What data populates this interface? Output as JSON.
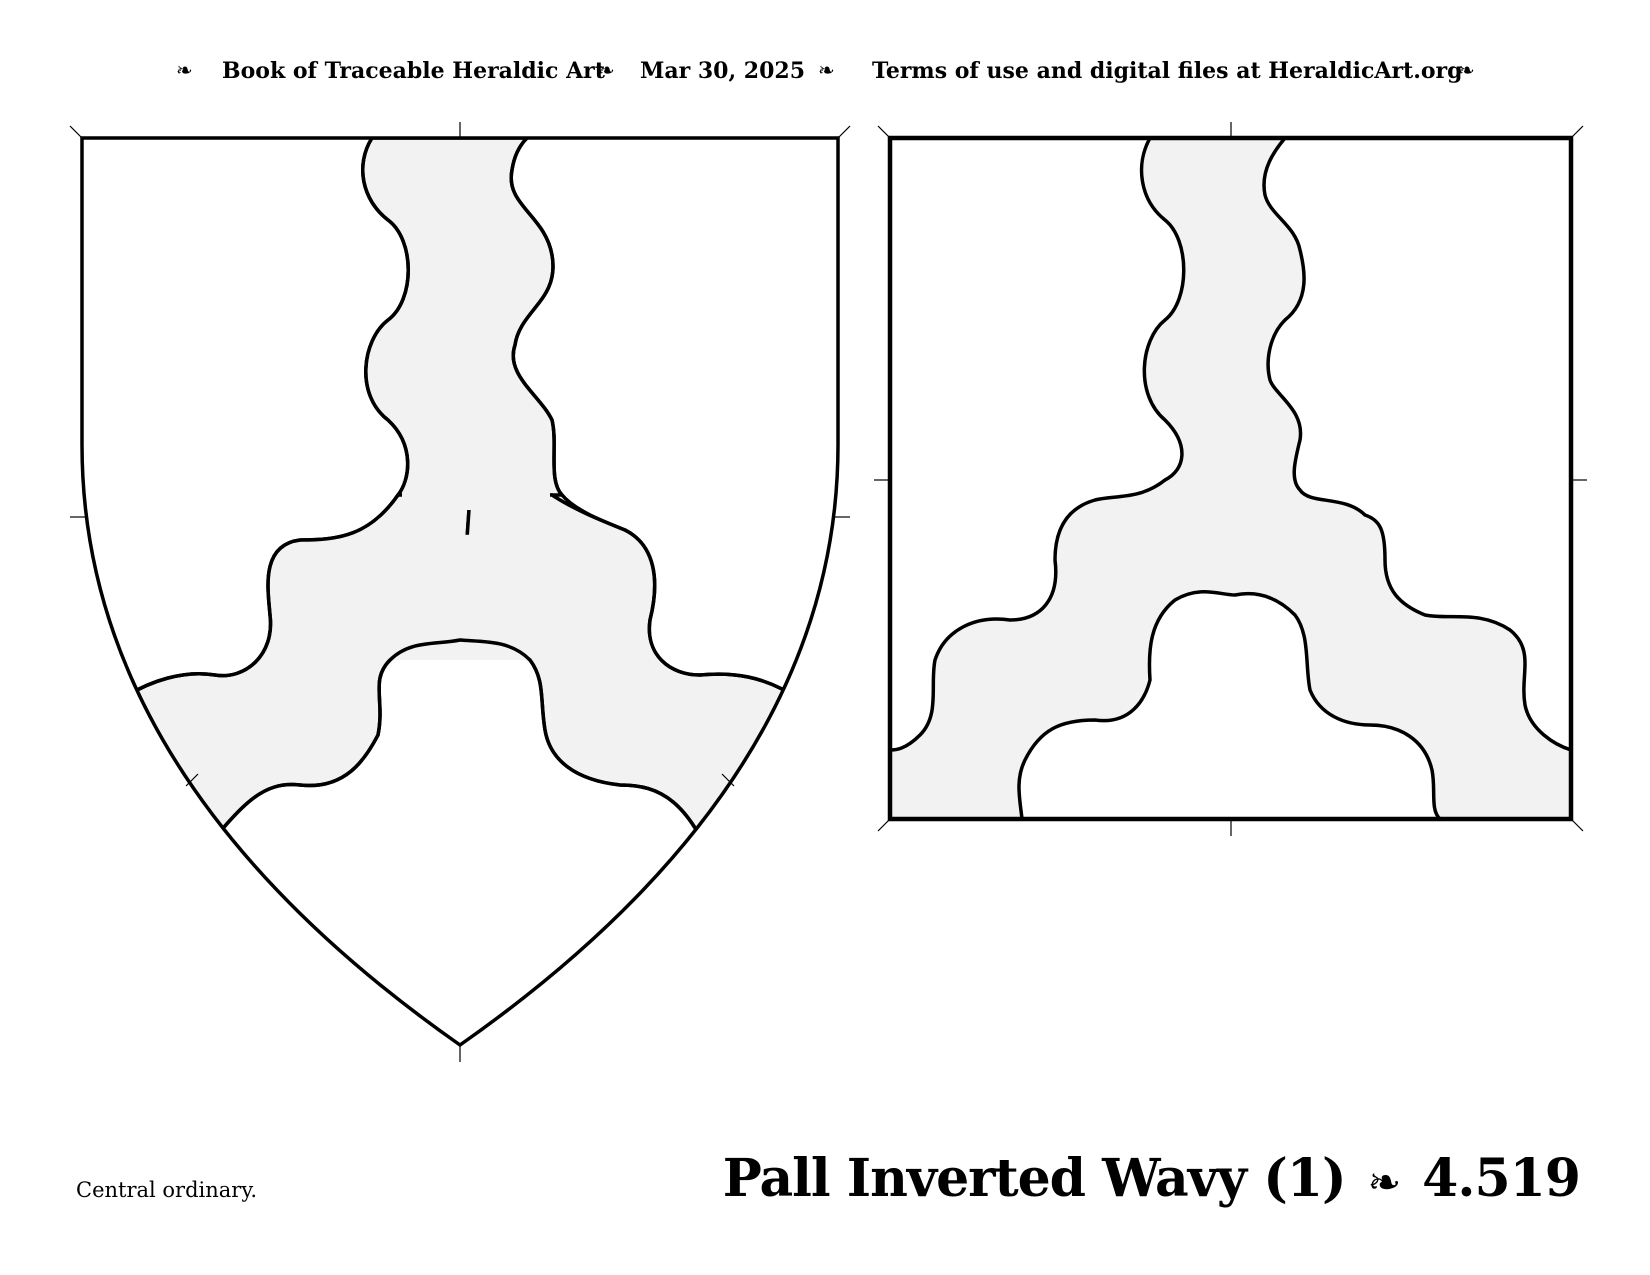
{
  "header": {
    "separator": "❧",
    "book": "Book of Traceable Heraldic Art",
    "date": "Mar 30, 2025",
    "terms": "Terms of use and digital files at HeraldicArt.org"
  },
  "caption": "Central ordinary.",
  "title": {
    "name": "Pall Inverted Wavy (1)",
    "separator": "❧",
    "number": "4.519"
  },
  "colors": {
    "ordinary_fill": "#f2f2f2",
    "field_fill": "#ffffff",
    "outline": "#000000"
  }
}
